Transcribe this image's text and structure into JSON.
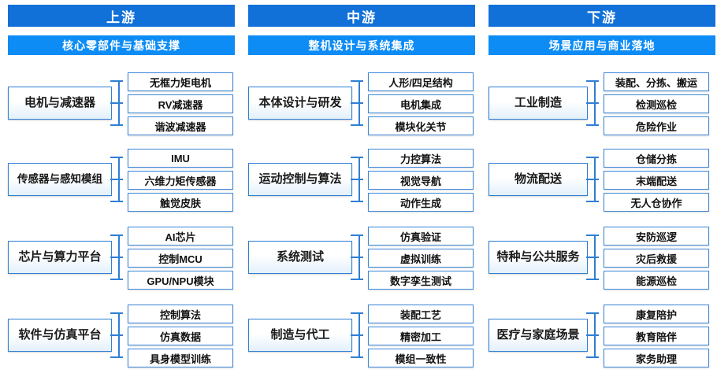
{
  "columns": [
    {
      "header": "上游",
      "subheader": "核心零部件与基础支撑",
      "groups": [
        {
          "main": "电机与减速器",
          "items": [
            "无框力矩电机",
            "RV减速器",
            "谐波减速器"
          ]
        },
        {
          "main": "传感器与感知模组",
          "items": [
            "IMU",
            "六维力矩传感器",
            "触觉皮肤"
          ]
        },
        {
          "main": "芯片与算力平台",
          "items": [
            "AI芯片",
            "控制MCU",
            "GPU/NPU模块"
          ]
        },
        {
          "main": "软件与仿真平台",
          "items": [
            "控制算法",
            "仿真数据",
            "具身模型训练"
          ]
        }
      ]
    },
    {
      "header": "中游",
      "subheader": "整机设计与系统集成",
      "groups": [
        {
          "main": "本体设计与研发",
          "items": [
            "人形/四足结构",
            "电机集成",
            "模块化关节"
          ]
        },
        {
          "main": "运动控制与算法",
          "items": [
            "力控算法",
            "视觉导航",
            "动作生成"
          ]
        },
        {
          "main": "系统测试",
          "items": [
            "仿真验证",
            "虚拟训练",
            "数字孪生测试"
          ]
        },
        {
          "main": "制造与代工",
          "items": [
            "装配工艺",
            "精密加工",
            "模组一致性"
          ]
        }
      ]
    },
    {
      "header": "下游",
      "subheader": "场景应用与商业落地",
      "groups": [
        {
          "main": "工业制造",
          "items": [
            "装配、分拣、搬运",
            "检测巡检",
            "危险作业"
          ]
        },
        {
          "main": "物流配送",
          "items": [
            "仓储分拣",
            "末端配送",
            "无人仓协作"
          ]
        },
        {
          "main": "特种与公共服务",
          "items": [
            "安防巡逻",
            "灾后救援",
            "能源巡检"
          ]
        },
        {
          "main": "医疗与家庭场景",
          "items": [
            "康复陪护",
            "教育陪伴",
            "家务助理"
          ]
        }
      ]
    }
  ],
  "colors": {
    "header_bg": "#1271d8",
    "subheader_bg": "#0d8cf5",
    "border": "#2f7fd4",
    "text": "#1a1a1a"
  }
}
